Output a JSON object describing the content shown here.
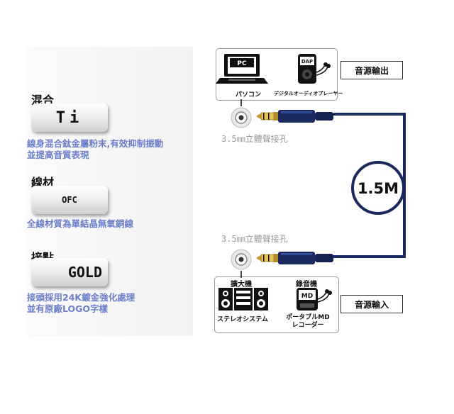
{
  "features": [
    {
      "label": "混合",
      "pill": "Ti",
      "desc": [
        "線身混合鈦金屬粉末,有效抑制振動",
        "並提高音質表現"
      ]
    },
    {
      "label": "線材",
      "pill": "OFC",
      "desc": [
        "全線材質為單結晶無氧銅線"
      ]
    },
    {
      "label": "接點",
      "pill": "GOLD",
      "desc": [
        "接頭採用24K鍍金強化處理",
        "並有原廠LOGO字樣"
      ]
    }
  ],
  "source": {
    "tag": "音源輸出",
    "pc_screen": "PC",
    "pc_caption": "パソコン",
    "dap_screen": "DAP",
    "dap_caption": "デジタルオーディオプレーヤー"
  },
  "jack_top_label": "3.5㎜立體聲接孔",
  "jack_bottom_label": "3.5㎜立體聲接孔",
  "cable_length": "1.5M",
  "destination": {
    "tag": "音源輸入",
    "amp_title": "擴大機",
    "amp_caption": "ステレオシステム",
    "rec_title": "錄音機",
    "rec_screen": "MD",
    "rec_caption_1": "ポータブルMD",
    "rec_caption_2": "レコーダー"
  },
  "colors": {
    "desc_text": "#6c7ec9",
    "cable_navy": "#1a2a5e",
    "gold": "#d8b24a",
    "jack_label": "#999999"
  }
}
